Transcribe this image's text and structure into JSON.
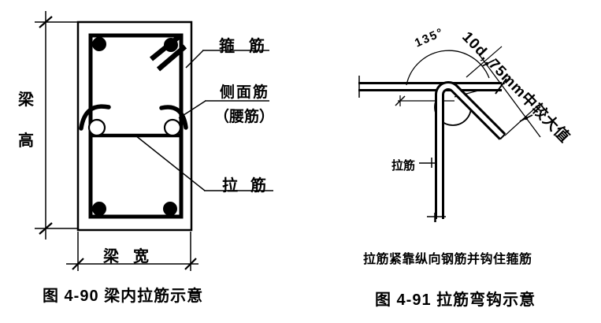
{
  "colors": {
    "ink": "#000000",
    "paper": "#ffffff"
  },
  "figure_left": {
    "caption": "图 4-90  梁内拉筋示意",
    "labels": {
      "stirrup": "箍筋",
      "side_bar": "侧面筋",
      "side_bar_alt": "（腰筋）",
      "tie_bar": "拉筋",
      "beam_height": "梁高",
      "beam_width": "梁宽"
    }
  },
  "figure_right": {
    "caption": "图 4-91  拉筋弯钩示意",
    "labels": {
      "bend_angle": "135°",
      "hook_extension": "10d, 75mm中较大值",
      "tie_bar": "拉筋"
    },
    "note": "拉筋紧靠纵向钢筋并钩住箍筋"
  }
}
